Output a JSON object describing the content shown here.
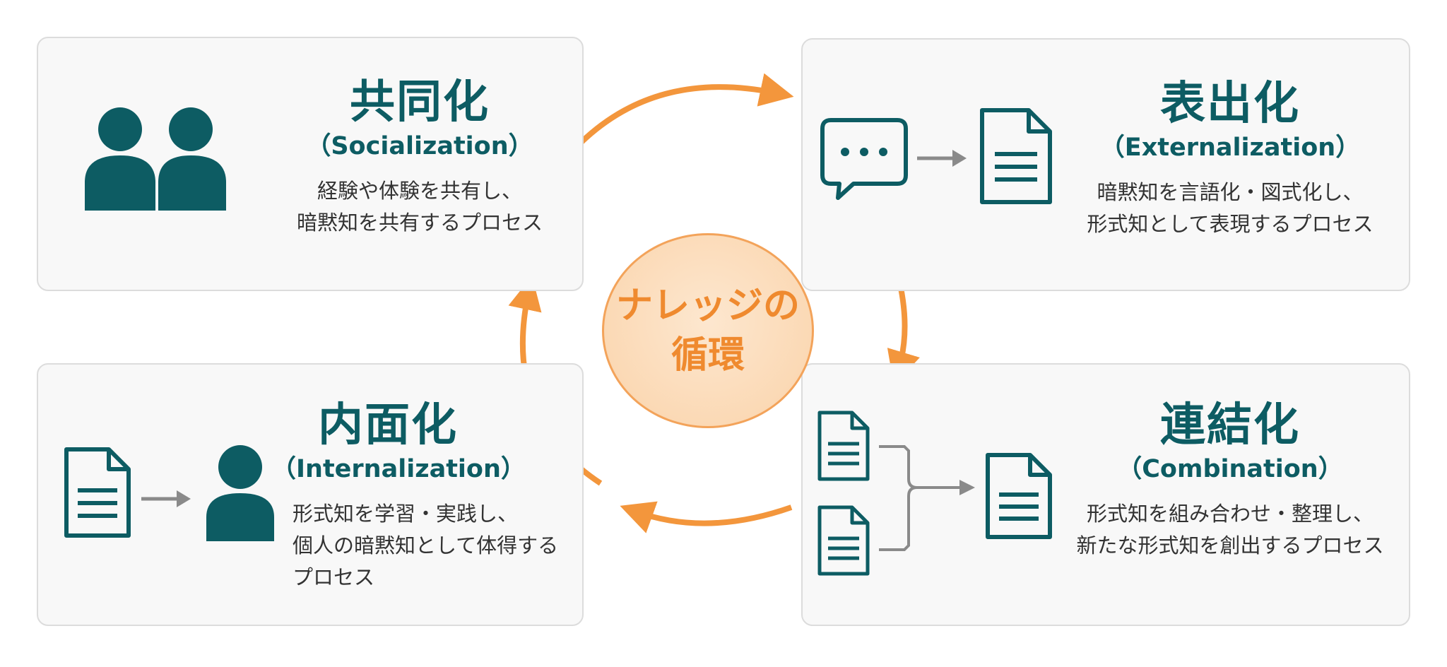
{
  "center": {
    "line1": "ナレッジの",
    "line2": "循環"
  },
  "socialization": {
    "title": "共同化",
    "subtitle": "（Socialization）",
    "desc": [
      "経験や体験を共有し、",
      "暗黙知を共有するプロセス"
    ]
  },
  "externalization": {
    "title": "表出化",
    "subtitle": "（Externalization）",
    "desc": [
      "暗黙知を言語化・図式化し、",
      "形式知として表現するプロセス"
    ]
  },
  "combination": {
    "title": "連結化",
    "subtitle": "（Combination）",
    "desc": [
      "形式知を組み合わせ・整理し、",
      "新たな形式知を創出するプロセス"
    ]
  },
  "internalization": {
    "title": "内面化",
    "subtitle": "（Internalization）",
    "desc": [
      "形式知を学習・実践し、",
      "個人の暗黙知として体得する",
      "プロセス"
    ]
  },
  "colors": {
    "teal": "#0d5c63",
    "orange": "#f3963c",
    "gray_arrow": "#8a8a8a",
    "card_border": "#dcdcdc",
    "card_bg": "#f8f8f8"
  },
  "icons": {
    "socialization": [
      "two-people-icon"
    ],
    "externalization": [
      "speech-bubble-icon",
      "arrow-right-icon",
      "document-icon"
    ],
    "combination": [
      "document-icon",
      "document-icon",
      "merge-arrow-icon",
      "document-icon"
    ],
    "internalization": [
      "document-icon",
      "arrow-right-icon",
      "person-icon"
    ]
  }
}
